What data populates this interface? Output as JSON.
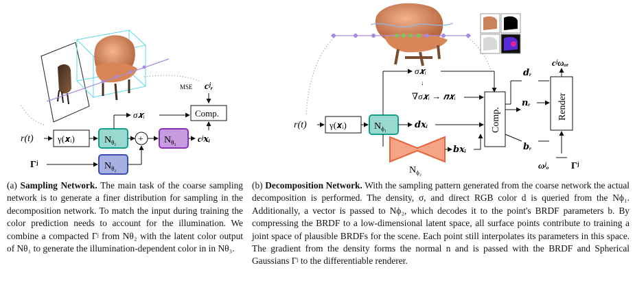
{
  "figure_a": {
    "input": "r(t)",
    "encoding": "γ(𝒙ᵢ)",
    "net1": "N",
    "net1_sub": "θ₁",
    "net2": "N",
    "net2_sub": "θ₂",
    "net3": "N",
    "net3_sub": "θ₃",
    "plus": "+",
    "gamma": "Γʲ",
    "sigma": "σ𝒙ᵢ",
    "color_out": "cʲ𝒙ᵢ",
    "comp": "Comp.",
    "mse": "MSE",
    "target": "cʲᵣ"
  },
  "figure_b": {
    "input": "r(t)",
    "encoding": "γ(𝒙ᵢ)",
    "net1": "N",
    "net1_sub": "ϕ₁",
    "net2": "N",
    "net2_sub": "ϕ₂",
    "sigma": "σ𝒙ᵢ",
    "grad": "∇σ𝒙ᵢ → 𝒏𝒙ᵢ",
    "d_out": "𝒅𝒙ᵢ",
    "b_out": "𝒃𝒙ᵢ",
    "comp": "Comp.",
    "d_r": "𝒅ᵣ",
    "n_r": "𝒏ᵣ",
    "b_r": "𝒃ᵣ",
    "render": "Render",
    "c_out": "cʲωₒᵣ",
    "omega": "ωʲₒ",
    "gamma": "Γʲ"
  },
  "caption_a": {
    "prefix": "(a) ",
    "title": "Sampling Network.",
    "body": " The main task of the coarse sampling network is to generate a finer distribution for sampling in the decomposition network. To match the input during training the color prediction needs to account for the illumination. We combine a compacted Γʲ from Nθ₂ with the latent color output of Nθ₁ to generate the illumination-dependent color in in Nθ₃."
  },
  "caption_b": {
    "prefix": "(b) ",
    "title": "Decomposition Network.",
    "body": " With the sampling pattern generated from the coarse network the actual decomposition is performed. The density, σ, and direct RGB color d is queried from the Nϕ₁. Additionally, a vector is passed to Nϕ₂, which decodes it to the point's BRDF parameters b. By compressing the BRDF to a low-dimensional latent space, all surface points contribute to training a joint space of plausible BRDFs for the scene. Each point still interpolates its parameters in this space. The gradient from the density forms the normal n and is passed with the BRDF and Spherical Gaussians Γʲ to the differentiable renderer."
  },
  "colors": {
    "teal": "#0f9e8a",
    "teal_fill": "#9ad9cf",
    "blue": "#3b4fb2",
    "blue_fill": "#a6b0e3",
    "purple": "#8a2fb7",
    "purple_fill": "#c79be0",
    "orange": "#e8623a",
    "orange_fill": "#f6a487",
    "ray": "#a78be0",
    "cube": "#58d8e6"
  }
}
